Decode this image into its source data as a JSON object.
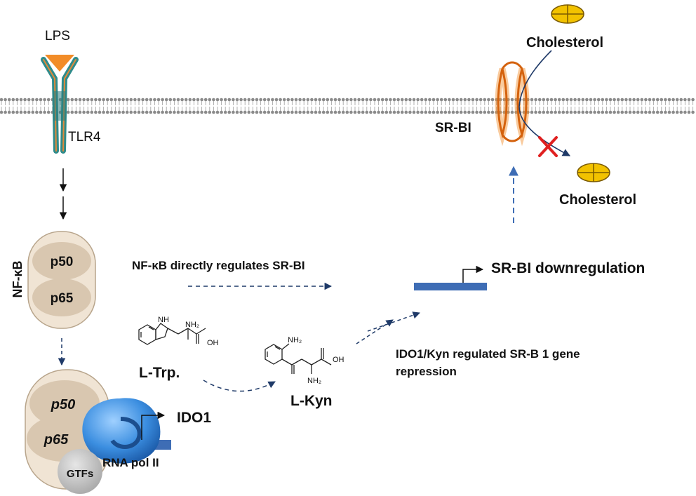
{
  "membrane": {
    "name": "lipid-bilayer"
  },
  "receptor": {
    "ligand_label": "LPS",
    "receptor_label": "TLR4"
  },
  "nfkb": {
    "label": "NF-κB",
    "subunit_top": "p50",
    "subunit_bottom": "p65"
  },
  "transcription": {
    "subunit_top": "p50",
    "subunit_bottom": "p65",
    "gtfs_label": "GTFs",
    "polymerase_label": "RNA pol II",
    "gene_label": "IDO1"
  },
  "metabolites": {
    "trp_label": "L-Trp.",
    "kyn_label": "L-Kyn",
    "trp_atoms": {
      "nh": "NH",
      "nh2": "NH₂",
      "oh": "OH"
    },
    "kyn_atoms": {
      "nh2_top": "NH₂",
      "nh2_bottom": "NH₂",
      "oh": "OH"
    }
  },
  "pathway": {
    "direct_regulation_text": "NF-κB directly regulates SR-BI",
    "ido_kyn_text_line1": "IDO1/Kyn regulated SR-B 1 gene",
    "ido_kyn_text_line2": "repression",
    "downregulation_text": "SR-BI downregulation"
  },
  "srbi": {
    "label": "SR-BI",
    "cholesterol_top": "Cholesterol",
    "cholesterol_bottom": "Cholesterol"
  },
  "colors": {
    "orange": "#F28C28",
    "teal": "#2E8B8B",
    "navy": "#1F3A68",
    "gene_blue": "#3E6DB5",
    "tan": "#D9C7B0",
    "tan_light": "#F0E4D4",
    "red_cross": "#E02020",
    "yellow": "#F2C200"
  }
}
